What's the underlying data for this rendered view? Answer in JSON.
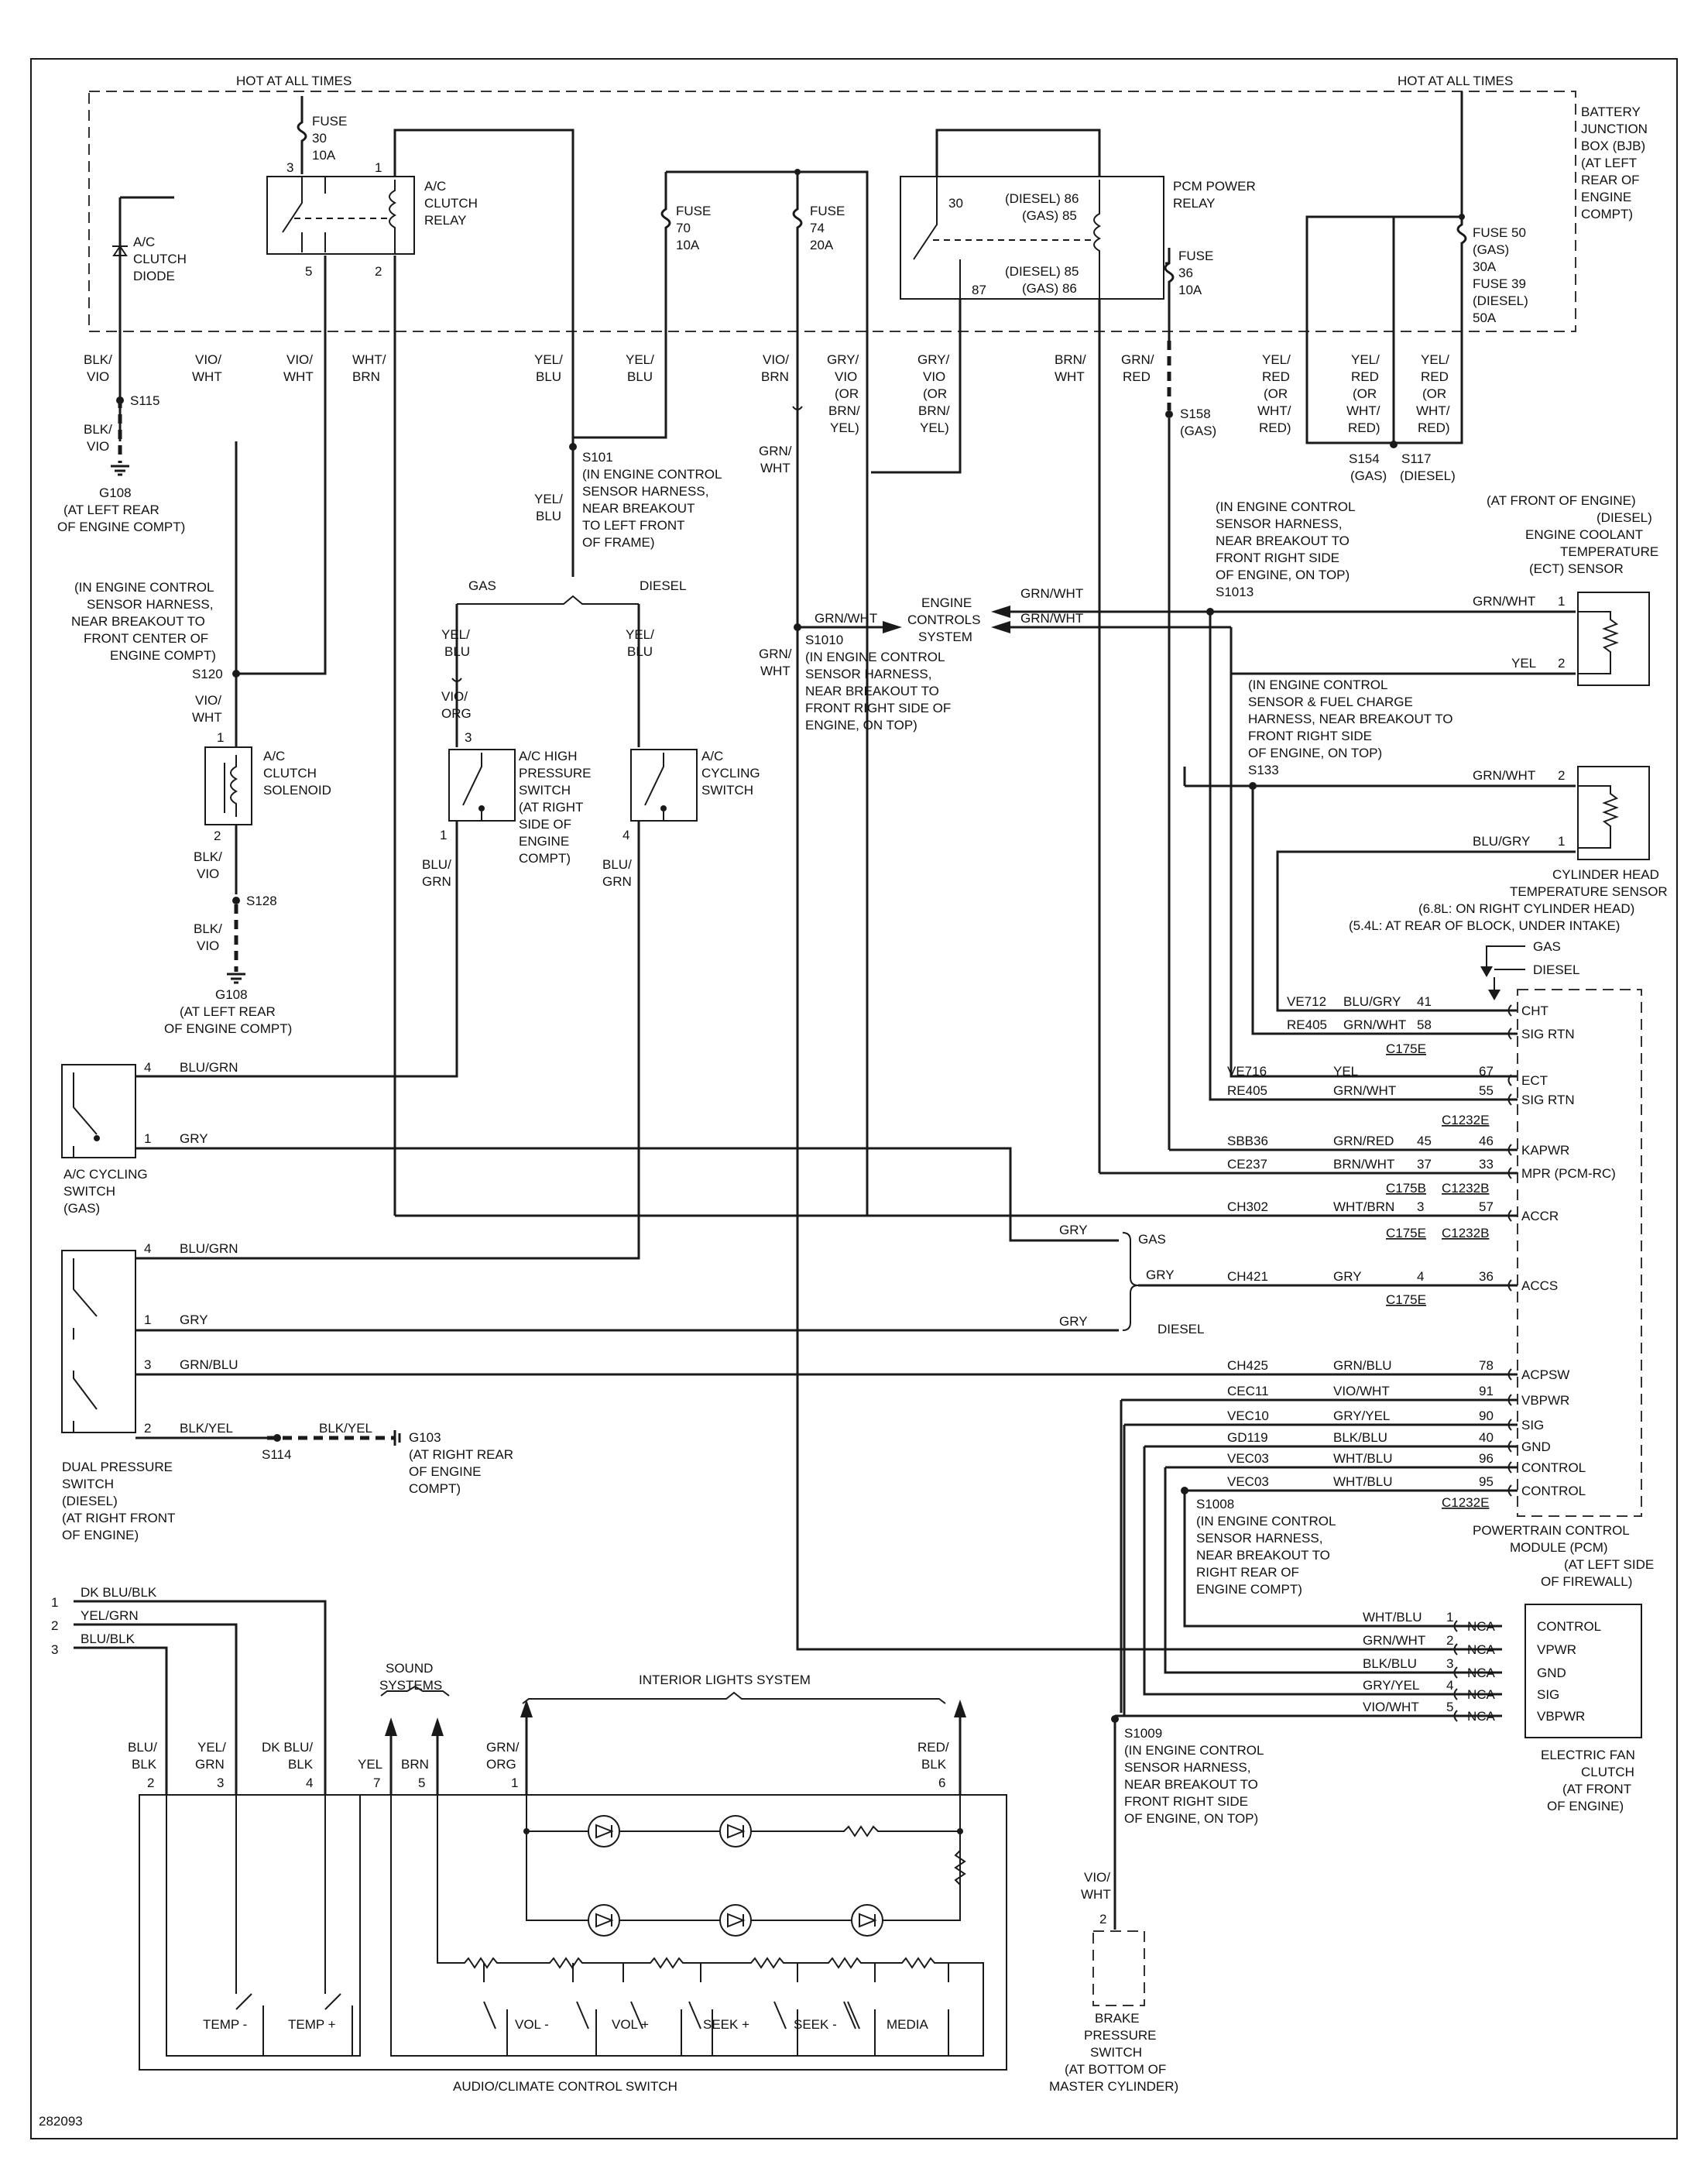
{
  "diagram_id": "282093",
  "hot": {
    "left": "HOT AT ALL TIMES",
    "right": "HOT AT ALL TIMES"
  },
  "bjb": [
    "BATTERY",
    "JUNCTION",
    "BOX (BJB)",
    "(AT LEFT",
    "REAR OF",
    "ENGINE",
    "COMPT)"
  ],
  "fuse30": [
    "FUSE",
    "30",
    "10A"
  ],
  "fuse70": [
    "FUSE",
    "70",
    "10A"
  ],
  "fuse74": [
    "FUSE",
    "74",
    "20A"
  ],
  "fuse36": [
    "FUSE",
    "36",
    "10A"
  ],
  "fuse50": [
    "FUSE 50",
    "(GAS)",
    "30A",
    "FUSE 39",
    "(DIESEL)",
    "50A"
  ],
  "ac_relay": {
    "name": [
      "A/C",
      "CLUTCH",
      "RELAY"
    ],
    "p3": "3",
    "p1": "1",
    "p5": "5",
    "p2": "2"
  },
  "pcm_relay": {
    "name": [
      "PCM POWER",
      "RELAY"
    ],
    "p30": "30",
    "p87": "87",
    "d86": "(DIESEL) 86",
    "g85": "(GAS) 85",
    "d85": "(DIESEL) 85",
    "g86": "(GAS) 86"
  },
  "diode": [
    "A/C",
    "CLUTCH",
    "DIODE"
  ],
  "top_wires": {
    "blkvio": [
      "BLK/",
      "VIO"
    ],
    "viowht1": [
      "VIO/",
      "WHT"
    ],
    "viowht2": [
      "VIO/",
      "WHT"
    ],
    "whtbrn": [
      "WHT/",
      "BRN"
    ],
    "yelblu1": [
      "YEL/",
      "BLU"
    ],
    "yelblu2": [
      "YEL/",
      "BLU"
    ],
    "viobrn": [
      "VIO/",
      "BRN"
    ],
    "gryvio1": [
      "GRY/",
      "VIO",
      "(OR",
      "BRN/",
      "YEL)"
    ],
    "gryvio2": [
      "GRY/",
      "VIO",
      "(OR",
      "BRN/",
      "YEL)"
    ],
    "brnwht": [
      "BRN/",
      "WHT"
    ],
    "grnred": [
      "GRN/",
      "RED"
    ],
    "yelred1": [
      "YEL/",
      "RED",
      "(OR",
      "WHT/",
      "RED)"
    ],
    "yelred2": [
      "YEL/",
      "RED",
      "(OR",
      "WHT/",
      "RED)"
    ],
    "yelred3": [
      "YEL/",
      "RED",
      "(OR",
      "WHT/",
      "RED)"
    ]
  },
  "s115": "S115",
  "blkvio_b": [
    "BLK/",
    "VIO"
  ],
  "g108a": [
    "G108",
    "(AT LEFT REAR",
    "OF ENGINE COMPT)"
  ],
  "s101": [
    "S101",
    "(IN ENGINE CONTROL",
    "SENSOR HARNESS,",
    "NEAR BREAKOUT",
    "TO LEFT FRONT",
    "OF FRAME)"
  ],
  "yelblu3": [
    "YEL/",
    "BLU"
  ],
  "s154": [
    "S154",
    "(GAS)"
  ],
  "s117": [
    "S117",
    "(DIESEL)"
  ],
  "s158": [
    "S158",
    "(GAS)"
  ],
  "grnwht_v": [
    "GRN/",
    "WHT"
  ],
  "grnwht_v2": [
    "GRN/",
    "WHT"
  ],
  "s120_desc": [
    "(IN ENGINE CONTROL",
    "SENSOR HARNESS,",
    "NEAR BREAKOUT TO",
    "FRONT CENTER OF",
    "ENGINE COMPT)"
  ],
  "s120": "S120",
  "gas": "GAS",
  "diesel": "DIESEL",
  "yelblu4": [
    "YEL/",
    "BLU"
  ],
  "yelblu5": [
    "YEL/",
    "BLU"
  ],
  "vioorg": [
    "VIO/",
    "ORG"
  ],
  "viowht3": [
    "VIO/",
    "WHT"
  ],
  "solenoid": {
    "name": [
      "A/C",
      "CLUTCH",
      "SOLENOID"
    ],
    "p1": "1",
    "p2": "2"
  },
  "hp_switch": {
    "name": [
      "A/C HIGH",
      "PRESSURE",
      "SWITCH",
      "(AT RIGHT",
      "SIDE OF",
      "ENGINE",
      "COMPT)"
    ],
    "p3": "3",
    "p1": "1"
  },
  "cyc_switch": {
    "name": [
      "A/C",
      "CYCLING",
      "SWITCH"
    ],
    "p4": "4"
  },
  "blugrn1": [
    "BLU/",
    "GRN"
  ],
  "blugrn2": [
    "BLU/",
    "GRN"
  ],
  "blkvio_c": [
    "BLK/",
    "VIO"
  ],
  "blkvio_d": [
    "BLK/",
    "VIO"
  ],
  "s128": "S128",
  "g108b": [
    "G108",
    "(AT LEFT REAR",
    "OF ENGINE COMPT)"
  ],
  "s1010": {
    "wire": "GRN/WHT",
    "desc": [
      "S1010",
      "(IN ENGINE CONTROL",
      "SENSOR HARNESS,",
      "NEAR BREAKOUT TO",
      "FRONT RIGHT SIDE OF",
      "ENGINE, ON TOP)"
    ]
  },
  "ecs": [
    "ENGINE",
    "CONTROLS",
    "SYSTEM"
  ],
  "grnwht_a": "GRN/WHT",
  "grnwht_b": "GRN/WHT",
  "s1013": [
    "(IN ENGINE CONTROL",
    "SENSOR HARNESS,",
    "NEAR BREAKOUT TO",
    "FRONT RIGHT SIDE",
    "OF ENGINE, ON TOP)",
    "S1013"
  ],
  "ect": {
    "name": [
      "(AT FRONT OF ENGINE)",
      "(DIESEL)",
      "ENGINE COOLANT",
      "TEMPERATURE",
      "(ECT) SENSOR"
    ],
    "w1": "GRN/WHT",
    "p1": "1",
    "w2": "YEL",
    "p2": "2"
  },
  "s133": [
    "(IN ENGINE CONTROL",
    "SENSOR & FUEL CHARGE",
    "HARNESS, NEAR BREAKOUT TO",
    "FRONT RIGHT SIDE",
    "OF ENGINE, ON TOP)",
    "S133"
  ],
  "cht": {
    "name": [
      "CYLINDER HEAD",
      "TEMPERATURE SENSOR",
      "(6.8L: ON RIGHT CYLINDER HEAD)",
      "(5.4L: AT REAR OF BLOCK, UNDER INTAKE)"
    ],
    "w2": "GRN/WHT",
    "p2": "2",
    "w1": "BLU/GRY",
    "p1": "1"
  },
  "pcm": {
    "gas": "GAS",
    "diesel": "DIESEL",
    "name": [
      "POWERTRAIN CONTROL",
      "MODULE (PCM)",
      "(AT LEFT SIDE",
      "OF FIREWALL)"
    ],
    "rows": [
      {
        "circ": "VE712",
        "wire": "BLU/GRY",
        "a": "41",
        "b": "",
        "sig": "CHT"
      },
      {
        "circ": "RE405",
        "wire": "GRN/WHT",
        "a": "58",
        "b": "",
        "sig": "SIG RTN"
      },
      {
        "circ": "VE716",
        "wire": "YEL",
        "a": "",
        "b": "67",
        "sig": "ECT"
      },
      {
        "circ": "RE405",
        "wire": "GRN/WHT",
        "a": "",
        "b": "55",
        "sig": "SIG RTN"
      },
      {
        "circ": "SBB36",
        "wire": "GRN/RED",
        "a": "45",
        "b": "46",
        "sig": "KAPWR"
      },
      {
        "circ": "CE237",
        "wire": "BRN/WHT",
        "a": "37",
        "b": "33",
        "sig": "MPR (PCM-RC)"
      },
      {
        "circ": "CH302",
        "wire": "WHT/BRN",
        "a": "3",
        "b": "57",
        "sig": "ACCR"
      },
      {
        "circ": "CH421",
        "wire": "GRY",
        "a": "4",
        "b": "36",
        "sig": "ACCS"
      },
      {
        "circ": "CH425",
        "wire": "GRN/BLU",
        "a": "",
        "b": "78",
        "sig": "ACPSW"
      },
      {
        "circ": "CEC11",
        "wire": "VIO/WHT",
        "a": "",
        "b": "91",
        "sig": "VBPWR"
      },
      {
        "circ": "VEC10",
        "wire": "GRY/YEL",
        "a": "",
        "b": "90",
        "sig": "SIG"
      },
      {
        "circ": "GD119",
        "wire": "BLK/BLU",
        "a": "",
        "b": "40",
        "sig": "GND"
      },
      {
        "circ": "VEC03",
        "wire": "WHT/BLU",
        "a": "",
        "b": "96",
        "sig": "CONTROL"
      },
      {
        "circ": "VEC03",
        "wire": "WHT/BLU",
        "a": "",
        "b": "95",
        "sig": "CONTROL"
      }
    ],
    "c175e1": "C175E",
    "c1232e1": "C1232E",
    "c175b1": "C175B",
    "c1232b1": "C1232B",
    "c175e2": "C175E",
    "c1232b2": "C1232B",
    "c175e3": "C175E",
    "c1232e2": "C1232E"
  },
  "gry_gas": "GRY",
  "gas2": "GAS",
  "gry2": "GRY",
  "gry3": "GRY",
  "diesel2": "DIESEL",
  "acsw_gas": {
    "name": [
      "A/C CYCLING",
      "SWITCH",
      "(GAS)"
    ],
    "p4": "4",
    "w4": "BLU/GRN",
    "p1": "1",
    "w1": "GRY"
  },
  "dps": {
    "name": [
      "DUAL PRESSURE",
      "SWITCH",
      "(DIESEL)",
      "(AT RIGHT FRONT",
      "OF ENGINE)"
    ],
    "p4": "4",
    "w4": "BLU/GRN",
    "p1": "1",
    "w1": "GRY",
    "p3": "3",
    "w3": "GRN/BLU",
    "p2": "2",
    "w2": "BLK/YEL"
  },
  "s114": "S114",
  "blkyel2": "BLK/YEL",
  "g103": [
    "G103",
    "(AT RIGHT REAR",
    "OF ENGINE",
    "COMPT)"
  ],
  "s1008": [
    "S1008",
    "(IN ENGINE CONTROL",
    "SENSOR HARNESS,",
    "NEAR BREAKOUT TO",
    "RIGHT REAR OF",
    "ENGINE COMPT)"
  ],
  "fan": {
    "rows": [
      {
        "wire": "WHT/BLU",
        "pin": "1",
        "nca": "NCA",
        "sig": "CONTROL"
      },
      {
        "wire": "GRN/WHT",
        "pin": "2",
        "nca": "NCA",
        "sig": "VPWR"
      },
      {
        "wire": "BLK/BLU",
        "pin": "3",
        "nca": "NCA",
        "sig": "GND"
      },
      {
        "wire": "GRY/YEL",
        "pin": "4",
        "nca": "NCA",
        "sig": "SIG"
      },
      {
        "wire": "VIO/WHT",
        "pin": "5",
        "nca": "NCA",
        "sig": "VBPWR"
      }
    ],
    "name": [
      "ELECTRIC FAN",
      "CLUTCH",
      "(AT FRONT",
      "OF ENGINE)"
    ]
  },
  "s1009": [
    "S1009",
    "(IN ENGINE CONTROL",
    "SENSOR HARNESS,",
    "NEAR BREAKOUT TO",
    "FRONT RIGHT SIDE",
    "OF ENGINE, ON TOP)"
  ],
  "viowht4": [
    "VIO/",
    "WHT"
  ],
  "bps": {
    "pin": "2",
    "name": [
      "BRAKE",
      "PRESSURE",
      "SWITCH",
      "(AT BOTTOM OF",
      "MASTER CYLINDER)"
    ]
  },
  "climate": {
    "in1": "DK BLU/BLK",
    "n1": "1",
    "in2": "YEL/GRN",
    "n2": "2",
    "in3": "BLU/BLK",
    "n3": "3",
    "c1": [
      "BLU/",
      "BLK"
    ],
    "c1p": "2",
    "c2": [
      "YEL/",
      "GRN"
    ],
    "c2p": "3",
    "c3": [
      "DK BLU/",
      "BLK"
    ],
    "c3p": "4",
    "c4": "YEL",
    "c4p": "7",
    "c5": "BRN",
    "c5p": "5",
    "c6": [
      "GRN/",
      "ORG"
    ],
    "c6p": "1",
    "c7": [
      "RED/",
      "BLK"
    ],
    "c7p": "6",
    "sound": [
      "SOUND",
      "SYSTEMS"
    ],
    "interior": "INTERIOR LIGHTS SYSTEM",
    "temp_minus": "TEMP -",
    "temp_plus": "TEMP +",
    "vol_minus": "VOL -",
    "vol_plus": "VOL +",
    "seek_plus": "SEEK +",
    "seek_minus": "SEEK -",
    "media": "MEDIA",
    "name": "AUDIO/CLIMATE CONTROL SWITCH"
  }
}
